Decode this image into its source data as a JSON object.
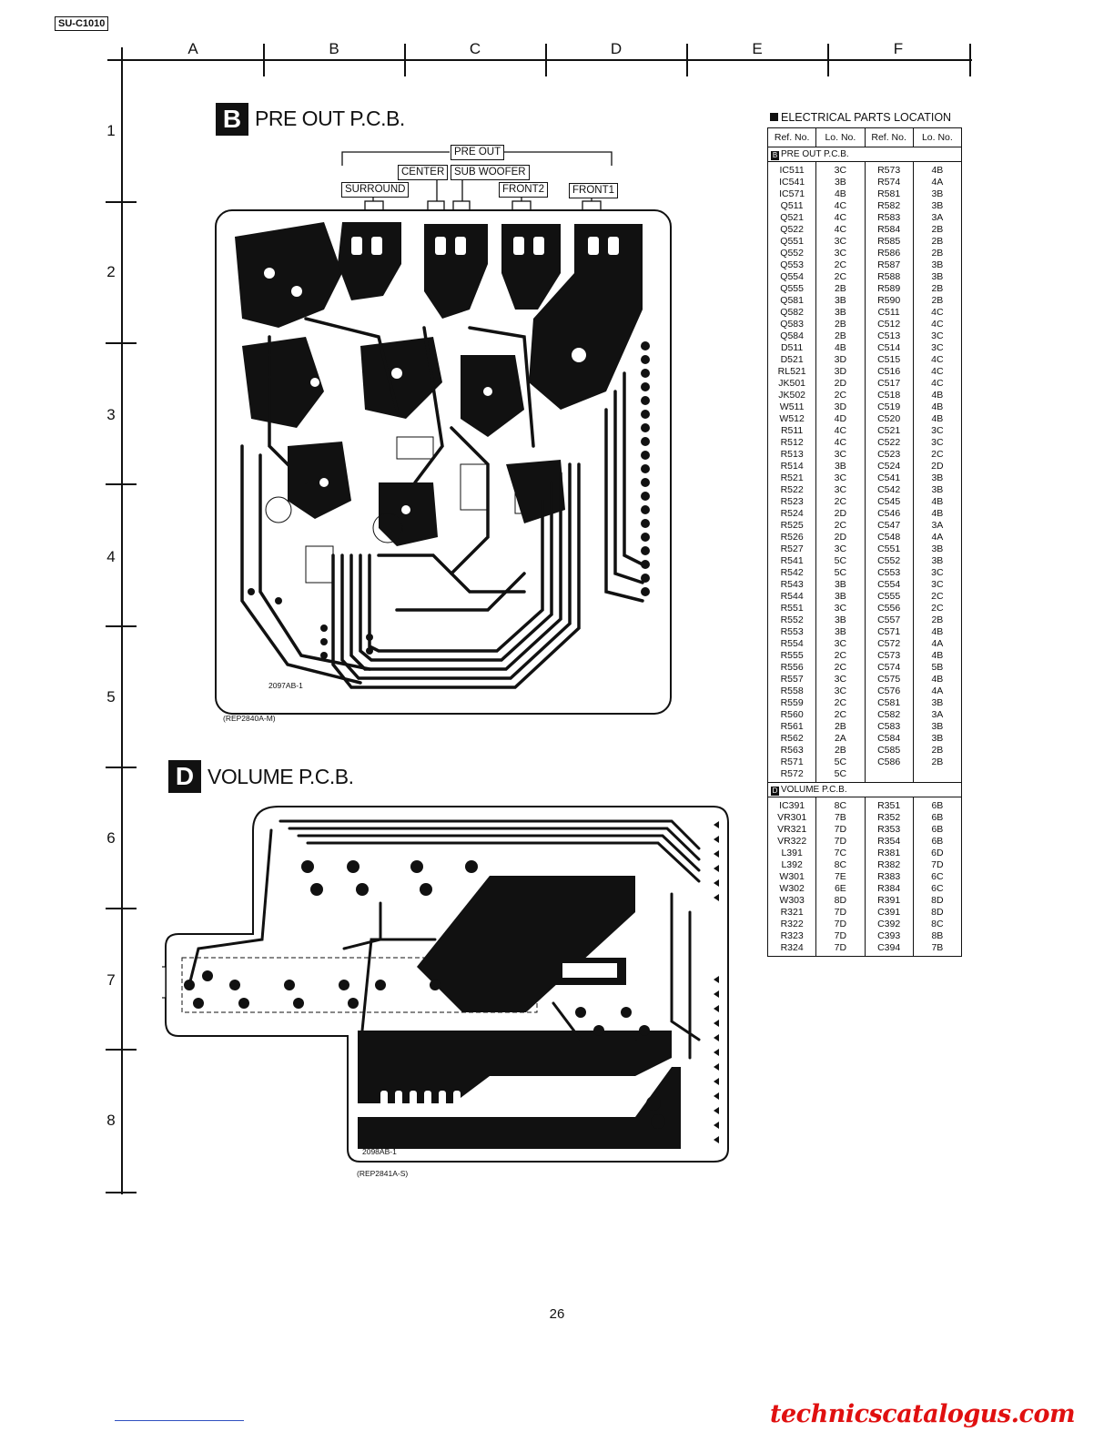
{
  "model": "SU-C1010",
  "page_number": "26",
  "watermark": "technicscatalogus.com",
  "grid": {
    "columns": [
      "A",
      "B",
      "C",
      "D",
      "E",
      "F"
    ],
    "rows": [
      "1",
      "2",
      "3",
      "4",
      "5",
      "6",
      "7",
      "8"
    ]
  },
  "pre_out_pcb": {
    "badge": "B",
    "title": "PRE OUT P.C.B.",
    "connectors": {
      "group": "PRE OUT",
      "center": "CENTER",
      "sub_woofer": "SUB WOOFER",
      "surround": "SURROUND",
      "front2": "FRONT2",
      "front1": "FRONT1"
    },
    "board_code": "2097AB-1",
    "part_code": "(REP2840A-M)"
  },
  "volume_pcb": {
    "badge": "D",
    "title": "VOLUME P.C.B.",
    "board_code": "2098AB-1",
    "part_code": "(REP2841A-S)"
  },
  "parts_table": {
    "title": "ELECTRICAL PARTS LOCATION",
    "headers": [
      "Ref. No.",
      "Lo. No.",
      "Ref. No.",
      "Lo. No."
    ],
    "sections": [
      {
        "badge": "B",
        "name": "PRE OUT P.C.B.",
        "ref1": [
          "IC511",
          "IC541",
          "IC571",
          "Q511",
          "Q521",
          "Q522",
          "Q551",
          "Q552",
          "Q553",
          "Q554",
          "Q555",
          "Q581",
          "Q582",
          "Q583",
          "Q584",
          "D511",
          "D521",
          "RL521",
          "JK501",
          "JK502",
          "W511",
          "W512",
          "R511",
          "R512",
          "R513",
          "R514",
          "R521",
          "R522",
          "R523",
          "R524",
          "R525",
          "R526",
          "R527",
          "R541",
          "R542",
          "R543",
          "R544",
          "R551",
          "R552",
          "R553",
          "R554",
          "R555",
          "R556",
          "R557",
          "R558",
          "R559",
          "R560",
          "R561",
          "R562",
          "R563",
          "R571",
          "R572"
        ],
        "loc1": [
          "3C",
          "3B",
          "4B",
          "4C",
          "4C",
          "4C",
          "3C",
          "3C",
          "2C",
          "2C",
          "2B",
          "3B",
          "3B",
          "2B",
          "2B",
          "4B",
          "3D",
          "3D",
          "2D",
          "2C",
          "3D",
          "4D",
          "4C",
          "4C",
          "3C",
          "3B",
          "3C",
          "3C",
          "2C",
          "2D",
          "2C",
          "2D",
          "3C",
          "5C",
          "5C",
          "3B",
          "3B",
          "3C",
          "3B",
          "3B",
          "3C",
          "2C",
          "2C",
          "3C",
          "3C",
          "2C",
          "2C",
          "2B",
          "2A",
          "2B",
          "5C",
          "5C"
        ],
        "ref2": [
          "R573",
          "R574",
          "R581",
          "R582",
          "R583",
          "R584",
          "R585",
          "R586",
          "R587",
          "R588",
          "R589",
          "R590",
          "C511",
          "C512",
          "C513",
          "C514",
          "C515",
          "C516",
          "C517",
          "C518",
          "C519",
          "C520",
          "C521",
          "C522",
          "C523",
          "C524",
          "C541",
          "C542",
          "C545",
          "C546",
          "C547",
          "C548",
          "C551",
          "C552",
          "C553",
          "C554",
          "C555",
          "C556",
          "C557",
          "C571",
          "C572",
          "C573",
          "C574",
          "C575",
          "C576",
          "C581",
          "C582",
          "C583",
          "C584",
          "C585",
          "C586"
        ],
        "loc2": [
          "4B",
          "4A",
          "3B",
          "3B",
          "3A",
          "2B",
          "2B",
          "2B",
          "3B",
          "3B",
          "2B",
          "2B",
          "4C",
          "4C",
          "3C",
          "3C",
          "4C",
          "4C",
          "4C",
          "4B",
          "4B",
          "4B",
          "3C",
          "3C",
          "2C",
          "2D",
          "3B",
          "3B",
          "4B",
          "4B",
          "3A",
          "4A",
          "3B",
          "3B",
          "3C",
          "3C",
          "2C",
          "2C",
          "2B",
          "4B",
          "4A",
          "4B",
          "5B",
          "4B",
          "4A",
          "3B",
          "3A",
          "3B",
          "3B",
          "2B",
          "2B"
        ]
      },
      {
        "badge": "D",
        "name": "VOLUME P.C.B.",
        "ref1": [
          "IC391",
          "VR301",
          "VR321",
          "VR322",
          "L391",
          "L392",
          "W301",
          "W302",
          "W303",
          "R321",
          "R322",
          "R323",
          "R324"
        ],
        "loc1": [
          "8C",
          "7B",
          "7D",
          "7D",
          "7C",
          "8C",
          "7E",
          "6E",
          "8D",
          "7D",
          "7D",
          "7D",
          "7D"
        ],
        "ref2": [
          "R351",
          "R352",
          "R353",
          "R354",
          "R381",
          "R382",
          "R383",
          "R384",
          "R391",
          "C391",
          "C392",
          "C393",
          "C394"
        ],
        "loc2": [
          "6B",
          "6B",
          "6B",
          "6B",
          "6D",
          "7D",
          "6C",
          "6C",
          "8D",
          "8D",
          "8C",
          "8B",
          "7B"
        ]
      }
    ]
  }
}
